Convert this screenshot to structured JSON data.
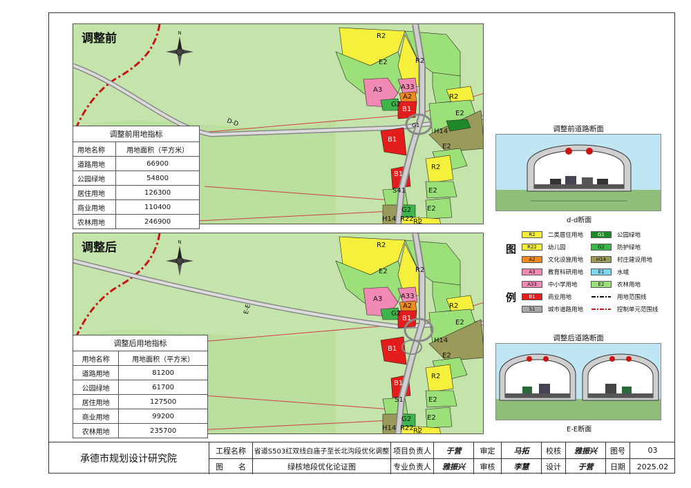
{
  "panels": {
    "before": {
      "title": "调整前",
      "table": {
        "caption": "调整前用地指标",
        "headers": [
          "用地名称",
          "用地面积（平方米）"
        ],
        "rows": [
          [
            "道路用地",
            "66900"
          ],
          [
            "公园绿地",
            "54800"
          ],
          [
            "居住用地",
            "126300"
          ],
          [
            "商业用地",
            "110400"
          ],
          [
            "农林用地",
            "246900"
          ]
        ]
      },
      "road_label": "D-D",
      "zone_labels": [
        "R2",
        "R2",
        "E2",
        "A3",
        "A33",
        "A2",
        "G2",
        "B1",
        "R2",
        "E2",
        "H14",
        "G1",
        "B1",
        "E2",
        "R2",
        "B1",
        "S41",
        "E2",
        "E2",
        "G2",
        "H14",
        "R22",
        "R2"
      ]
    },
    "after": {
      "title": "调整后",
      "table": {
        "caption": "调整后用地指标",
        "headers": [
          "用地名称",
          "用地面积（平方米）"
        ],
        "rows": [
          [
            "道路用地",
            "81200"
          ],
          [
            "公园绿地",
            "61700"
          ],
          [
            "居住用地",
            "127500"
          ],
          [
            "商业用地",
            "99200"
          ],
          [
            "农林用地",
            "235700"
          ]
        ]
      },
      "road_label": "E-E",
      "zone_labels": [
        "R2",
        "R2",
        "E2",
        "A3",
        "A33",
        "A2",
        "G2",
        "B1",
        "R2",
        "E2",
        "H14",
        "B1",
        "E2",
        "R2",
        "B1",
        "S1",
        "E2",
        "E2",
        "G2",
        "H14",
        "R22",
        "R2"
      ]
    }
  },
  "compass_letter": "N",
  "sections": {
    "before_title": "调整前道路断面",
    "before_caption": "d-d断面",
    "after_title": "调整后道路断面",
    "after_caption": "E-E断面"
  },
  "legend": {
    "tu": "图",
    "li": "例",
    "items": [
      {
        "code": "R2",
        "label": "二类居住用地",
        "color": "#f5f03c"
      },
      {
        "code": "G1",
        "label": "公园绿地",
        "color": "#1e8a2a"
      },
      {
        "code": "R22",
        "label": "幼儿园",
        "color": "#f5f03c"
      },
      {
        "code": "G2",
        "label": "防护绿地",
        "color": "#3cb54a"
      },
      {
        "code": "A2",
        "label": "文化设施用地",
        "color": "#f08a1e"
      },
      {
        "code": "H14",
        "label": "村庄建设用地",
        "color": "#9a9a5a"
      },
      {
        "code": "A3",
        "label": "教育科研用地",
        "color": "#f08ab4"
      },
      {
        "code": "E1",
        "label": "水域",
        "color": "#7fd6f0"
      },
      {
        "code": "A33",
        "label": "中小学用地",
        "color": "#f08ab4"
      },
      {
        "code": "E2",
        "label": "农林用地",
        "color": "#9ce07a"
      },
      {
        "code": "B1",
        "label": "商业用地",
        "color": "#e31c1c"
      },
      {
        "code": "",
        "label": "用地范围线",
        "color": "#111111"
      },
      {
        "code": "S1",
        "label": "城市道路用地",
        "color": "#a8a8a8"
      },
      {
        "code": "",
        "label": "控制单元范围线",
        "color": "#c81414"
      }
    ]
  },
  "title_block": {
    "institute": "承德市规划设计研究院",
    "project_label": "工程名称",
    "project_name": "省道S503红双线白庙子至长北沟段优化调整",
    "drawing_label": "图　　名",
    "drawing_name": "绿核地段优化论证图",
    "lead_label": "项目负责人",
    "lead_sig": "于营",
    "specialist_label": "专业负责人",
    "specialist_sig": "雅振兴",
    "approve_label": "审定",
    "approve_sig": "马拓",
    "review_label": "审核",
    "review_sig": "李慧",
    "check_label": "校核",
    "check_sig": "雅振兴",
    "design_label": "设计",
    "design_sig": "于营",
    "sheet_label": "图号",
    "sheet_no": "03",
    "date_label": "日期",
    "date": "2025.02"
  }
}
